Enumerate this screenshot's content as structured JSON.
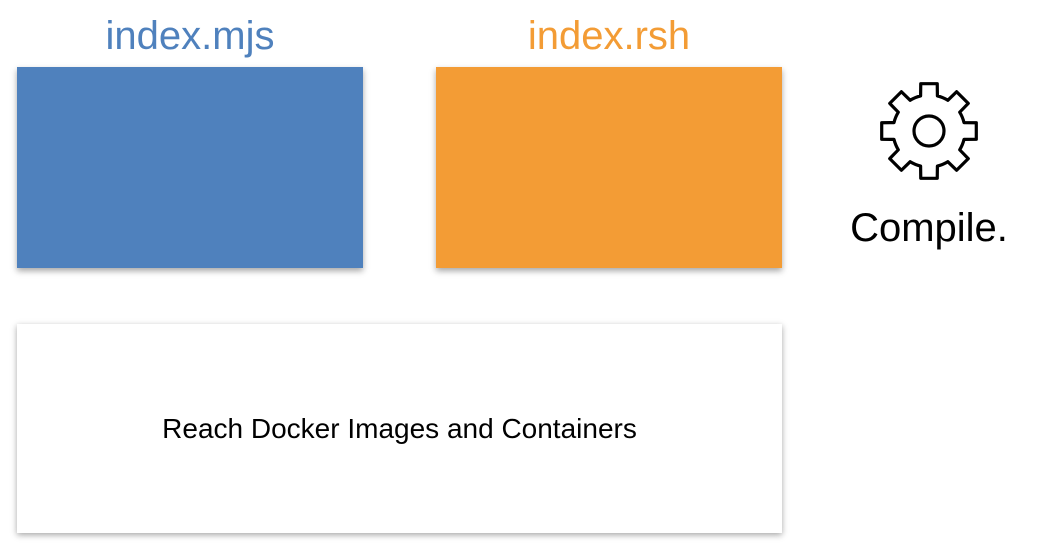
{
  "files": {
    "mjs": {
      "label": "index.mjs",
      "color": "#4f81bd"
    },
    "rsh": {
      "label": "index.rsh",
      "color": "#f39c35"
    }
  },
  "compile": {
    "icon": "gear-icon",
    "label": "Compile."
  },
  "docker": {
    "label": "Reach Docker Images and Containers"
  }
}
